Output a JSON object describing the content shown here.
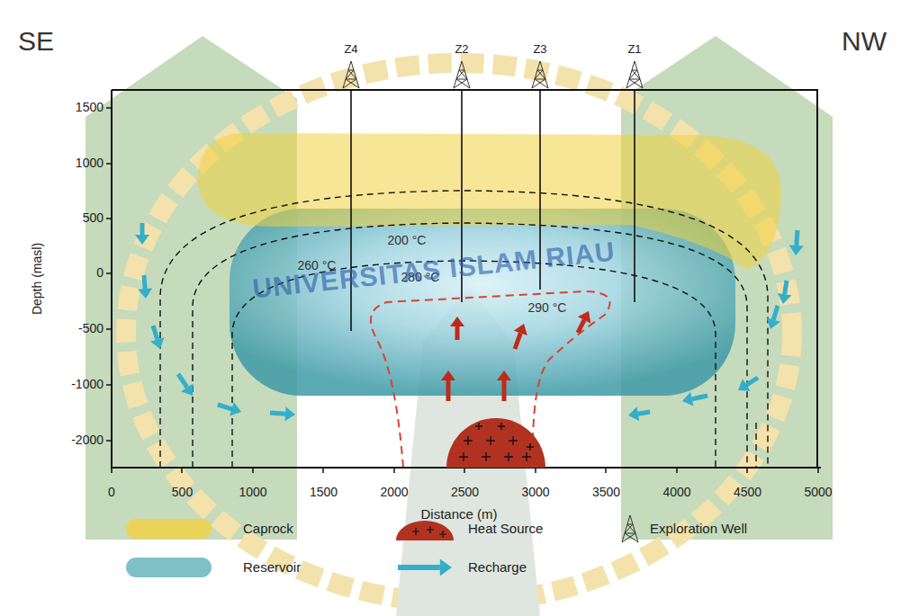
{
  "diagram": {
    "labels": [
      "SE",
      "NW",
      "Z4",
      "Z2",
      "Z3",
      "Z1",
      "1500",
      "1000",
      "500",
      "0",
      "-500",
      "-1000",
      "-2000",
      "0",
      "500",
      "1000",
      "1500",
      "2000",
      "2500",
      "3000",
      "3500",
      "4000",
      "4500",
      "5000",
      "200 °C",
      "260 °C",
      "280 °C",
      "290 °C",
      "Depth (masl)",
      "Distance (m)",
      "UNIVERSITAS ISLAM RIAU"
    ],
    "legend": [
      {
        "text": "Caprock",
        "color": "#f1d23e"
      },
      {
        "text": "Reservoir",
        "color": "#5fb0b8"
      },
      {
        "text": "Heat Source"
      },
      {
        "text": "Recharge"
      },
      {
        "text": "Exploration Well"
      }
    ]
  }
}
